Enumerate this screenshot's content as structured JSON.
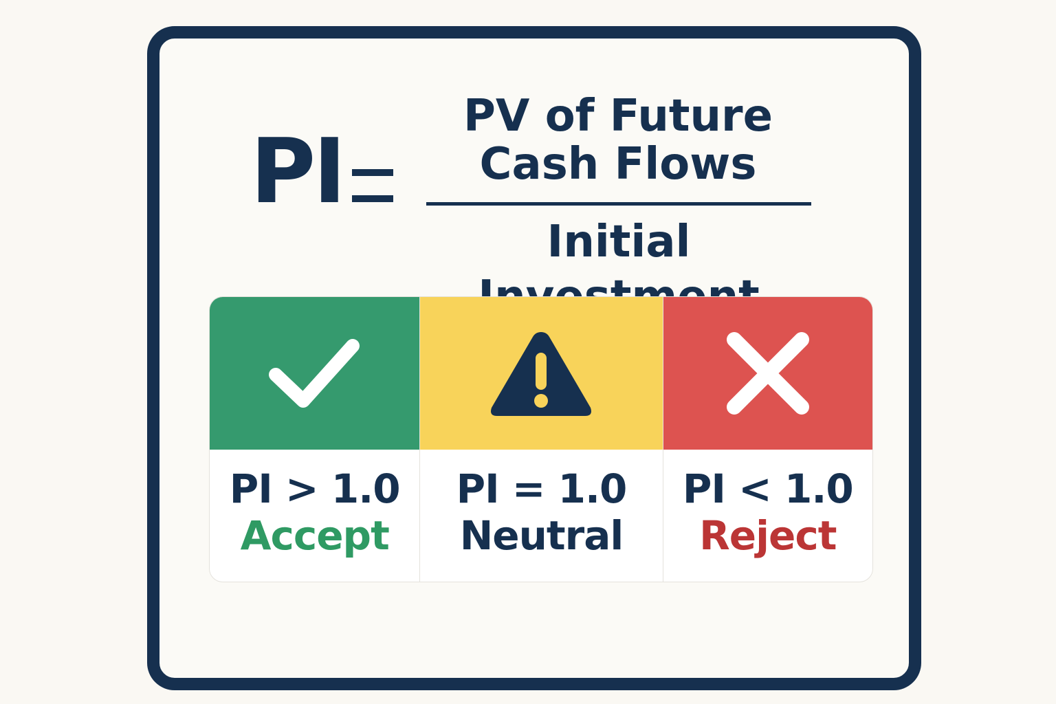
{
  "formula": {
    "lhs": "PI",
    "operator": "=",
    "numerator_line1": "PV of Future",
    "numerator_line2": "Cash Flows",
    "denominator": "Initial Investment"
  },
  "colors": {
    "navy": "#16304f",
    "accept_bg": "#359a6e",
    "neutral_bg": "#f8d35a",
    "reject_bg": "#dd5350",
    "accept_text": "#2f9a63",
    "reject_text": "#bb3535"
  },
  "decision_rules": [
    {
      "icon": "checkmark-icon",
      "condition": "PI > 1.0",
      "verdict": "Accept"
    },
    {
      "icon": "warning-icon",
      "condition": "PI = 1.0",
      "verdict": "Neutral"
    },
    {
      "icon": "x-icon",
      "condition": "PI < 1.0",
      "verdict": "Reject"
    }
  ]
}
